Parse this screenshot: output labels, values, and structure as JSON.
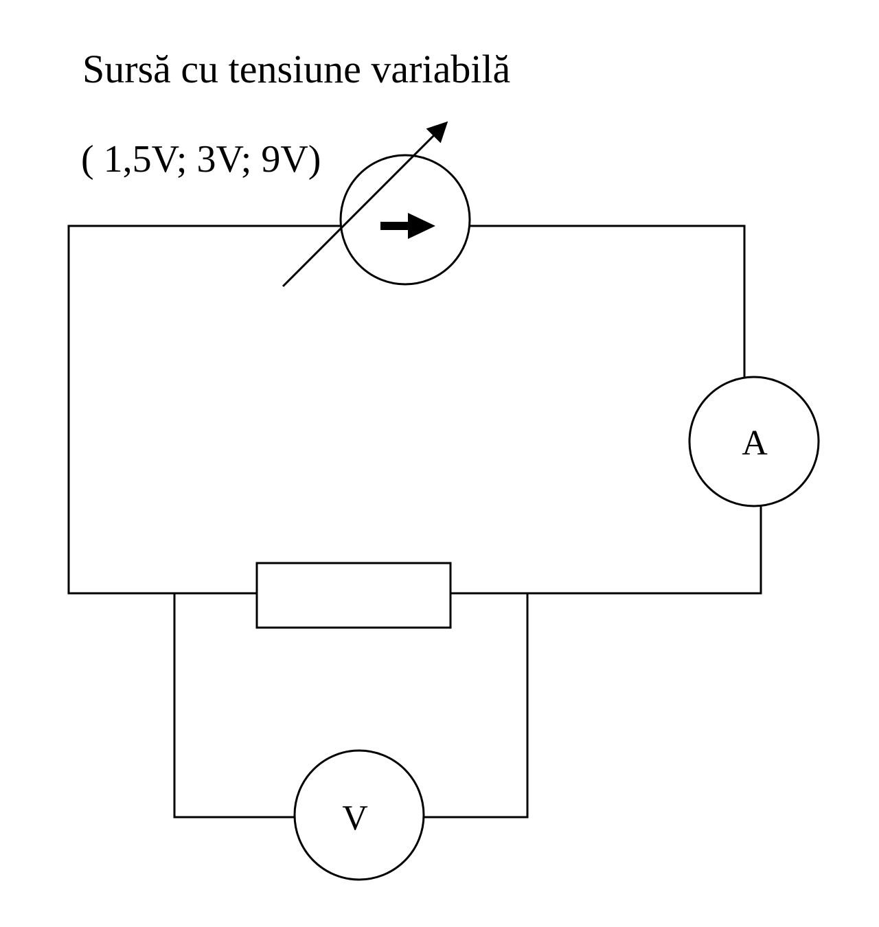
{
  "diagram": {
    "source_label": "Sursă cu tensiune variabilă",
    "voltage_options": "( 1,5V; 3V; 9V)",
    "ammeter_label": "A",
    "voltmeter_label": "V"
  },
  "colors": {
    "line": "#000000",
    "background": "#ffffff"
  },
  "icons": {
    "source": "variable-current-source-icon",
    "ammeter": "ammeter-icon",
    "voltmeter": "voltmeter-icon",
    "resistor": "resistor-icon"
  }
}
